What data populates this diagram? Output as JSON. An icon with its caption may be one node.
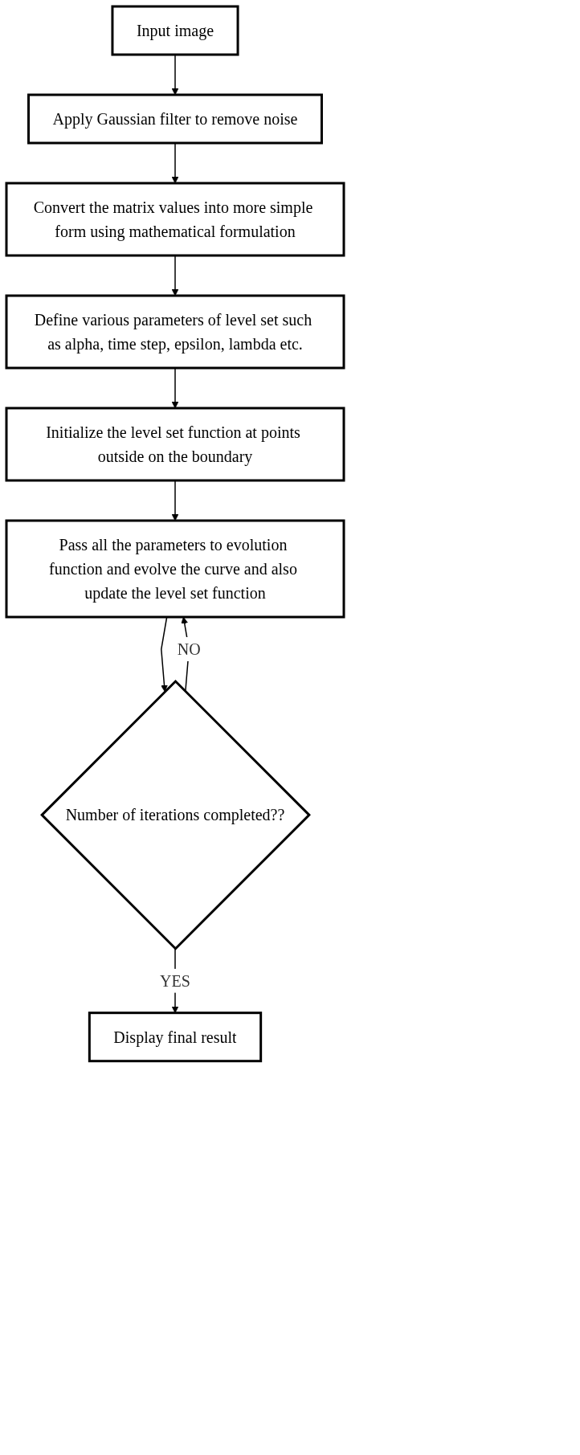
{
  "diagram": {
    "nodes": [
      {
        "text": [
          "Input image"
        ]
      },
      {
        "text": [
          "Apply Gaussian filter to remove noise"
        ]
      },
      {
        "text": [
          "Convert the matrix values into more simple form using mathematical formulation"
        ]
      },
      {
        "text": [
          "Define various parameters of level set such as alpha, time step, epsilon, lambda etc."
        ]
      },
      {
        "text": [
          "Initialize the level set function at points outside on the boundary"
        ]
      },
      {
        "text": [
          "Pass all the parameters to evolution function and evolve the curve and also update the level set function"
        ]
      },
      {
        "text": [
          "Number of iterations completed??"
        ]
      },
      {
        "text": [
          "Display final result"
        ]
      }
    ],
    "edges": [
      {
        "from": 0,
        "to": 1,
        "arrow": "to"
      },
      {
        "from": 1,
        "to": 2,
        "arrow": "to"
      },
      {
        "from": 2,
        "to": 3,
        "arrow": "to"
      },
      {
        "from": 3,
        "to": 4,
        "arrow": "to"
      },
      {
        "from": 4,
        "to": 5,
        "arrow": "to"
      },
      {
        "from": 5,
        "to": 6,
        "arrow": "to"
      },
      {
        "from": 6,
        "to": 5,
        "label": "NO",
        "arrow": "to"
      },
      {
        "from": 6,
        "to": 7,
        "label": "YES",
        "arrow": "to"
      }
    ]
  }
}
